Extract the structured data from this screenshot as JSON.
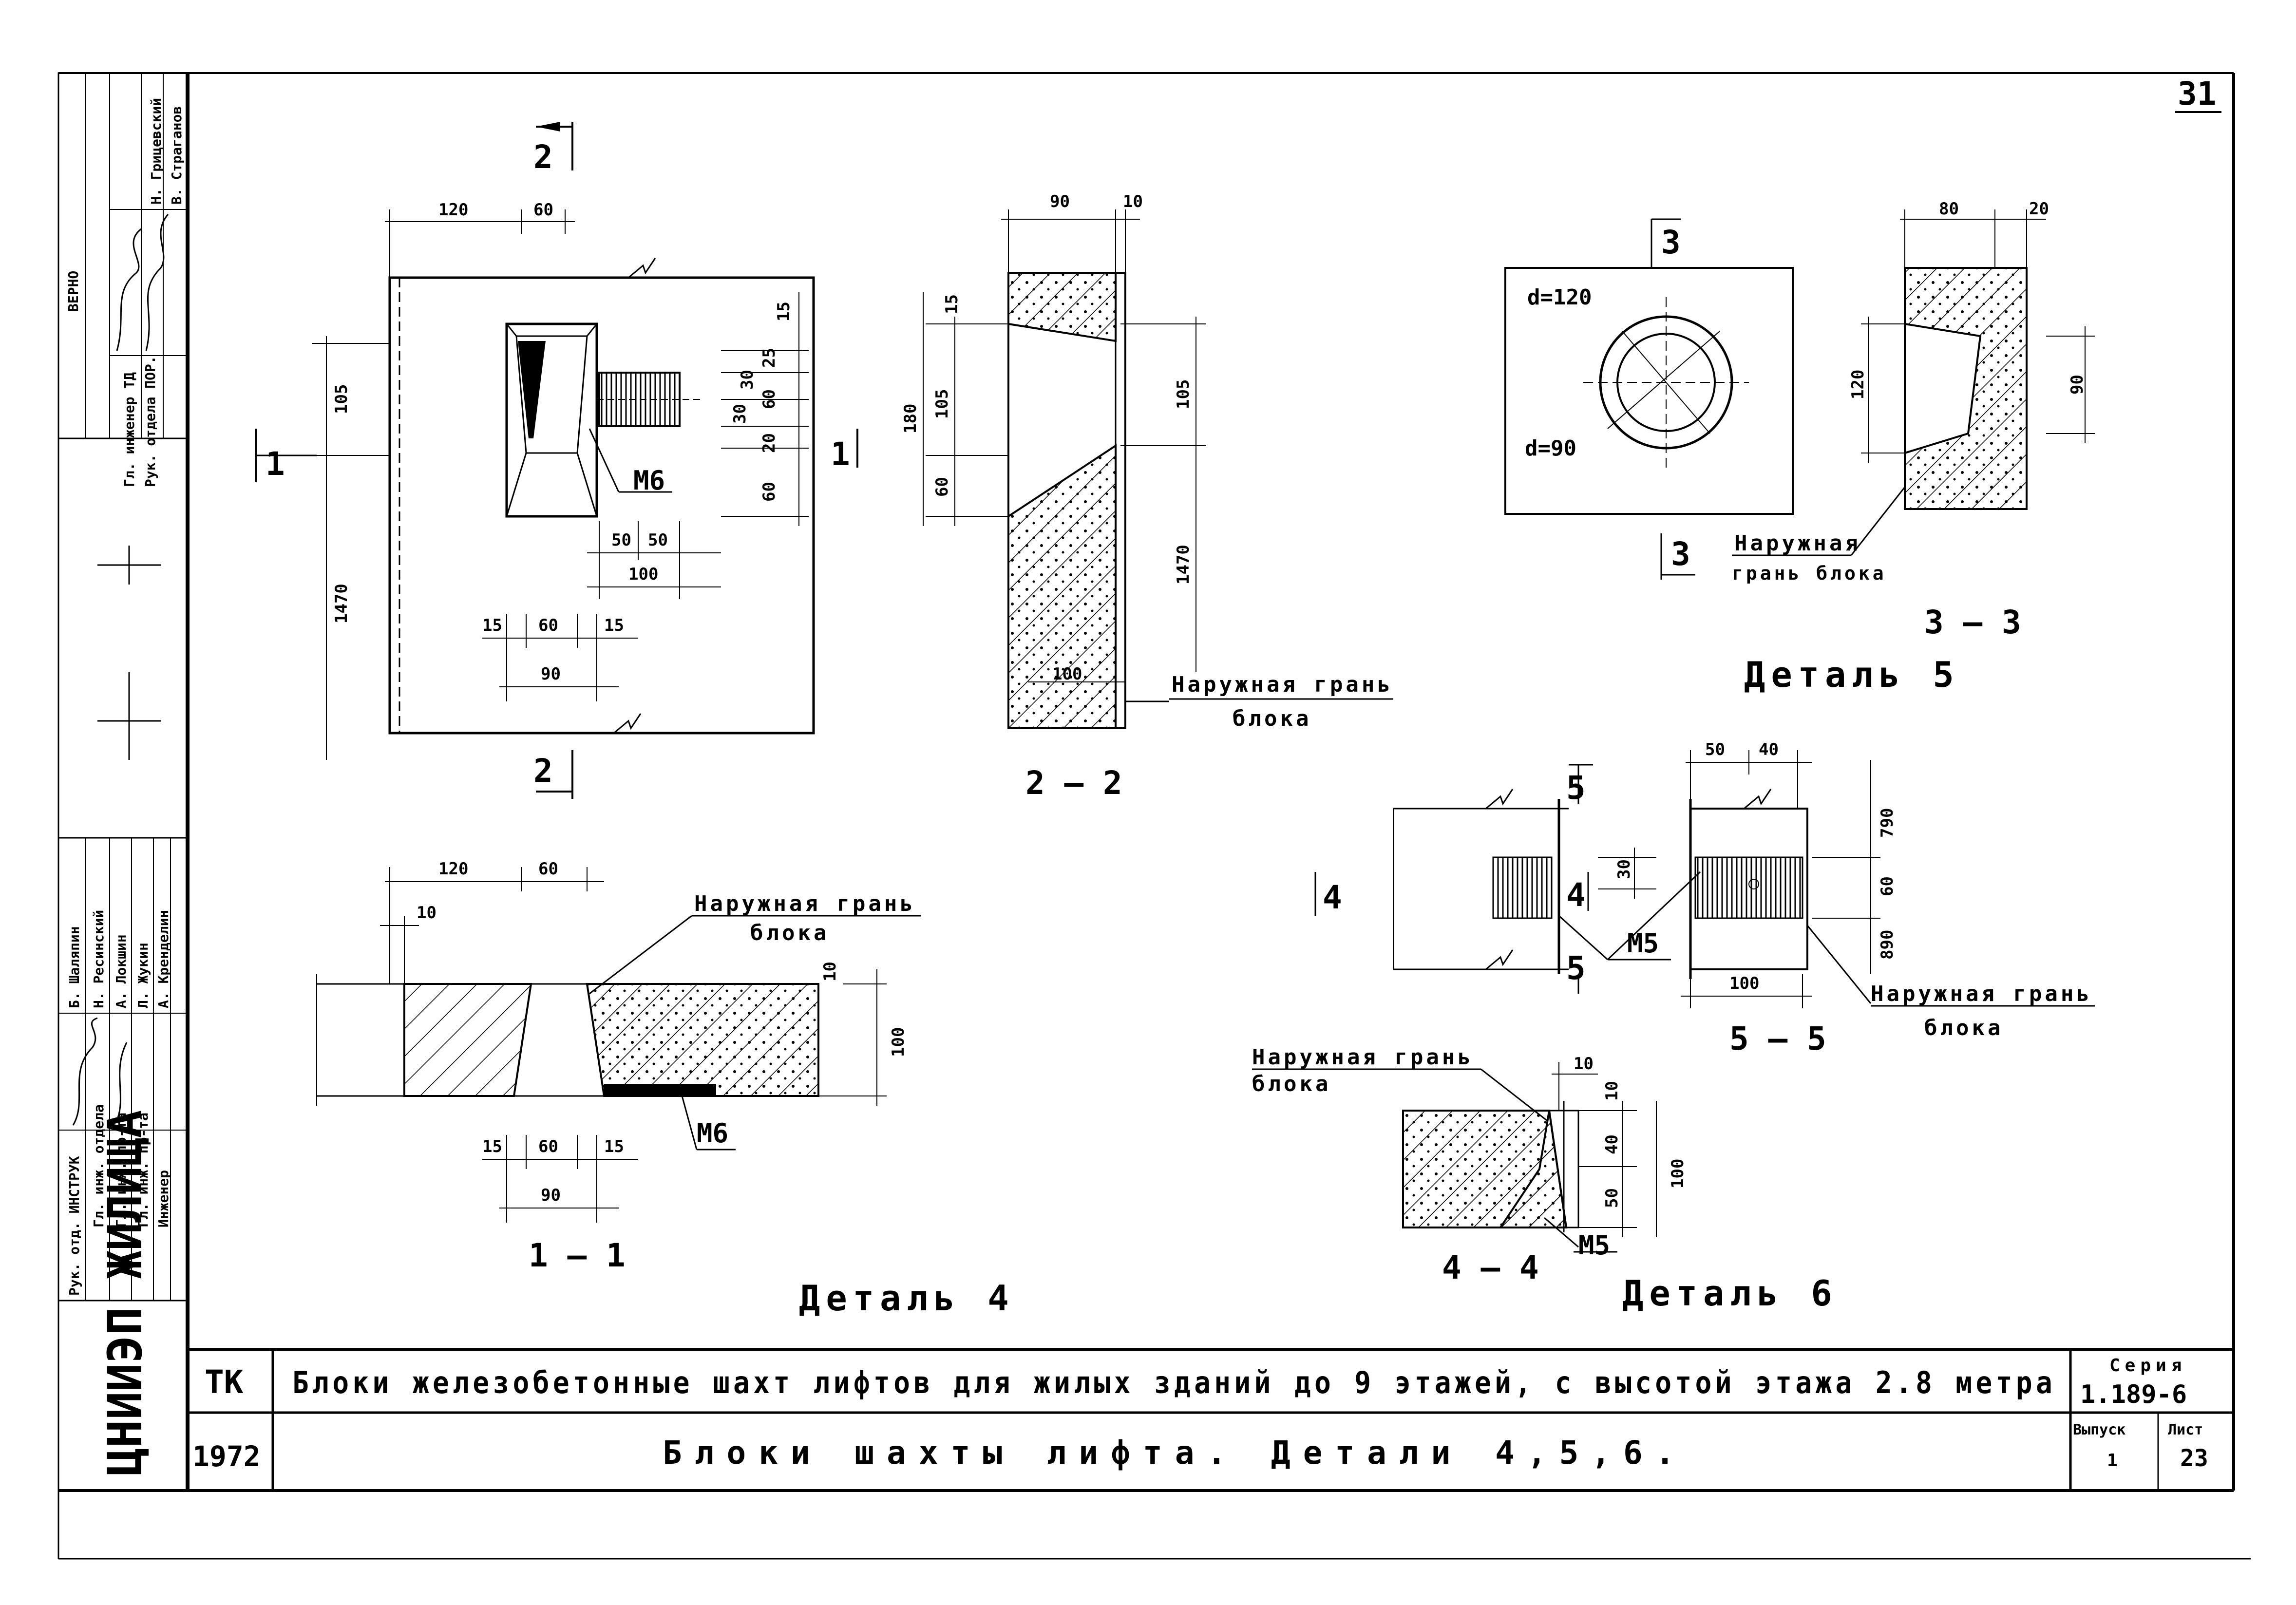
{
  "sheet": {
    "page_number": "31",
    "org_name": "ЦНИИЭП ЖИЛИЩА",
    "title_block": {
      "code": "ТК",
      "year": "1972",
      "title_line1": "Блоки железобетонные шахт лифтов для жилых зданий до 9 этажей, с высотой этажа 2.8 метра",
      "title_line2": "Блоки шахты лифта. Детали 4,5,6.",
      "series_label": "Серия",
      "series_value": "1.189-6",
      "issue_label": "Выпуск",
      "issue_value": "1",
      "sheet_label": "Лист",
      "sheet_value": "23"
    },
    "stamp_top": {
      "roles": [
        "Гл. инженер ТД",
        "Рук. отдела ПОР."
      ],
      "names": [
        "Н. Грицевский",
        "В. Страганов"
      ],
      "word": "ВЕРНО"
    },
    "stamp_bottom": {
      "roles": [
        "Рук. отд. ИНСТРУК",
        "Гл. инж. отдела",
        "Гл. инж. пр-та",
        "Гл. инж. пр-та",
        "Инженер"
      ],
      "names": [
        "Б. Шаляпин",
        "Н. Ресинский",
        "А. Локшин",
        "Л. Жукин",
        "А. Кренделин"
      ]
    }
  },
  "details": {
    "detail4": {
      "title": "Деталь 4",
      "section_2_label": "2",
      "section_1_label": "1",
      "dims_top": [
        "120",
        "60"
      ],
      "dims_vert_left": [
        "105",
        "1470"
      ],
      "dims_vert_right": [
        "15",
        "25",
        "30",
        "60",
        "30",
        "20",
        "60"
      ],
      "dims_bottom_a": [
        "50",
        "50",
        "100"
      ],
      "dims_bottom_b": [
        "15",
        "60",
        "15",
        "90"
      ],
      "m6": "М6"
    },
    "section_2_2": {
      "label": "2 — 2",
      "dims_top": [
        "90",
        "10"
      ],
      "dims_left": [
        "15",
        "180",
        "105",
        "60"
      ],
      "dims_right": [
        "105",
        "1470"
      ],
      "dim_100": "100",
      "face_line1": "Наружная грань",
      "face_line2": "блока"
    },
    "section_1_1": {
      "label": "1 — 1",
      "dims_top": [
        "120",
        "60",
        "10"
      ],
      "dims_right": [
        "10",
        "100"
      ],
      "dims_bottom": [
        "15",
        "60",
        "15",
        "90"
      ],
      "face_line1": "Наружная грань",
      "face_line2": "блока",
      "m6": "М6"
    },
    "detail5": {
      "title": "Деталь 5",
      "section_label": "3",
      "d_outer": "d=120",
      "d_inner": "d=90",
      "section_3_3_label": "3 — 3",
      "dims_top": [
        "80",
        "20"
      ],
      "dim_120": "120",
      "dim_90": "90",
      "face_line1": "Наружная",
      "face_line2": "грань блока"
    },
    "detail6": {
      "title": "Деталь 6",
      "section_5_label": "5",
      "section_4_label": "4",
      "dim_30": "30",
      "m5": "М5",
      "section_5_5_label": "5 — 5",
      "dims_top": [
        "50",
        "40"
      ],
      "dims_right": [
        "790",
        "60",
        "890"
      ],
      "dim_100": "100",
      "face_line1": "Наружная грань",
      "face_line2": "блока",
      "section_4_4_label": "4 — 4",
      "dims_4_4_top": "10",
      "dims_4_4_right": [
        "10",
        "40",
        "50",
        "100"
      ],
      "face_line1_b": "Наружная грань",
      "face_line2_b": "блока",
      "m5_b": "М5"
    }
  },
  "colors": {
    "ink": "#000000",
    "paper": "#ffffff"
  }
}
